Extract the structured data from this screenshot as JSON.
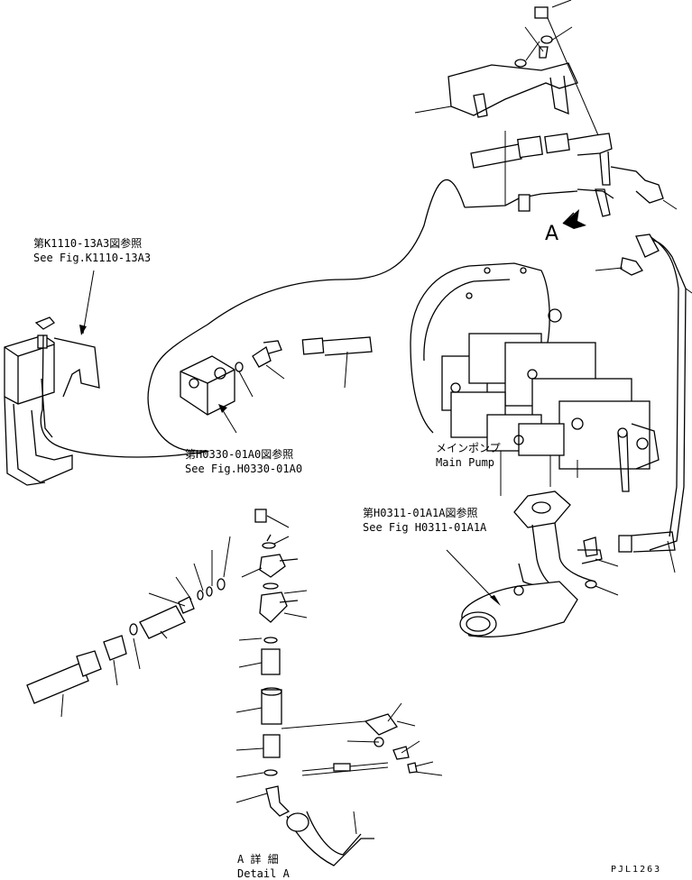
{
  "references": {
    "k1110_jp": "第K1110-13A3図参照",
    "k1110_en": "See Fig.K1110-13A3",
    "h0330_jp": "第H0330-01A0図参照",
    "h0330_en": "See Fig.H0330-01A0",
    "h0311_jp": "第H0311-01A1A図参照",
    "h0311_en": "See Fig H0311-01A1A"
  },
  "pump": {
    "name_jp": "メインポンプ",
    "name_en": "Main Pump"
  },
  "view_marker": "A",
  "detail": {
    "title_jp": "A 詳 細",
    "title_en": "Detail A"
  },
  "drawing_code": "PJL1263"
}
